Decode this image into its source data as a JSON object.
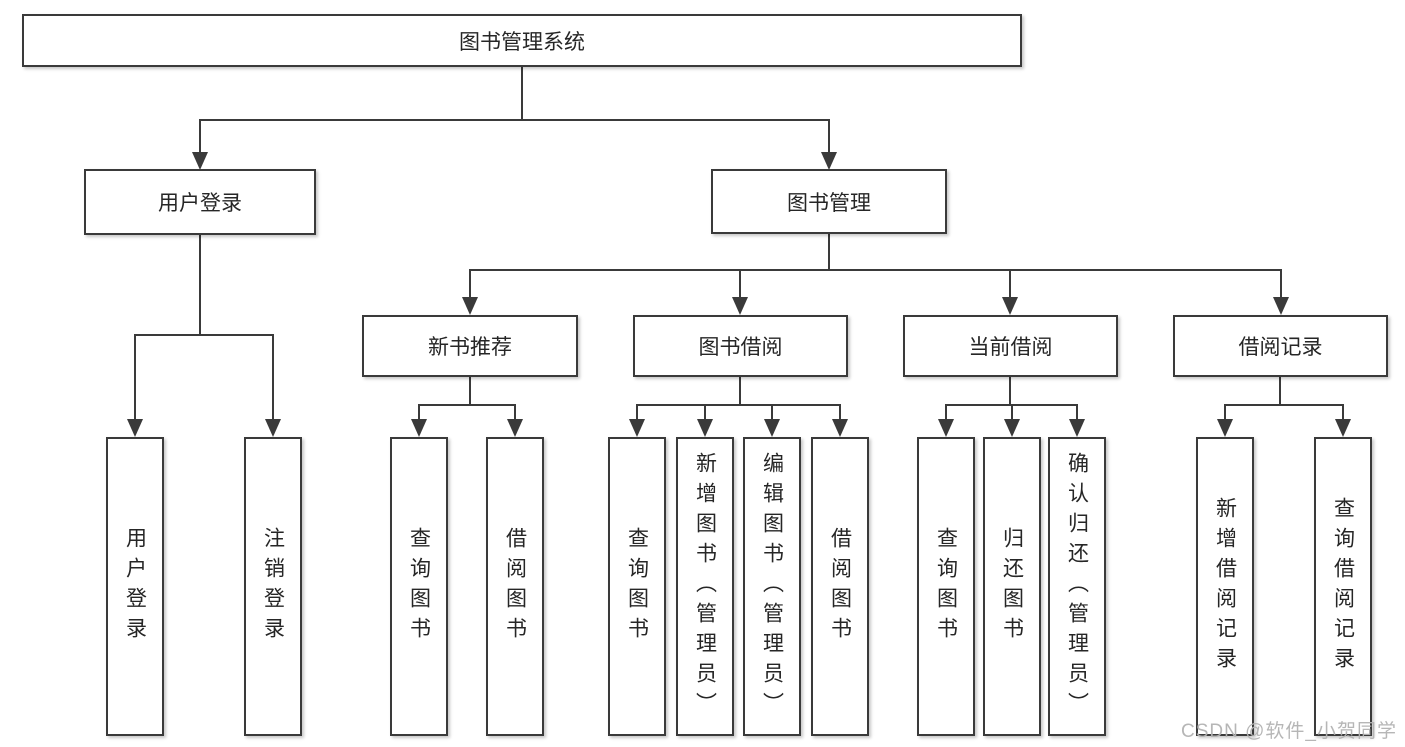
{
  "diagram_type": "hierarchy-tree",
  "watermark": "CSDN @软件_小贺同学",
  "colors": {
    "line": "#3a3a3a",
    "box_border": "#3a3a3a",
    "box_fill": "#ffffff",
    "text": "#262626",
    "watermark": "#b2b2b2",
    "background": "#ffffff"
  },
  "tree": {
    "root": {
      "label": "图书管理系统"
    },
    "children": [
      {
        "label": "用户登录",
        "children": [
          {
            "label": "用户登录"
          },
          {
            "label": "注销登录"
          }
        ]
      },
      {
        "label": "图书管理",
        "children": [
          {
            "label": "新书推荐",
            "children": [
              {
                "label": "查询图书"
              },
              {
                "label": "借阅图书"
              }
            ]
          },
          {
            "label": "图书借阅",
            "children": [
              {
                "label": "查询图书"
              },
              {
                "label": "新增图书（管理员）"
              },
              {
                "label": "编辑图书（管理员）"
              },
              {
                "label": "借阅图书"
              }
            ]
          },
          {
            "label": "当前借阅",
            "children": [
              {
                "label": "查询图书"
              },
              {
                "label": "归还图书"
              },
              {
                "label": "确认归还（管理员）"
              }
            ]
          },
          {
            "label": "借阅记录",
            "children": [
              {
                "label": "新增借阅记录"
              },
              {
                "label": "查询借阅记录"
              }
            ]
          }
        ]
      }
    ]
  }
}
